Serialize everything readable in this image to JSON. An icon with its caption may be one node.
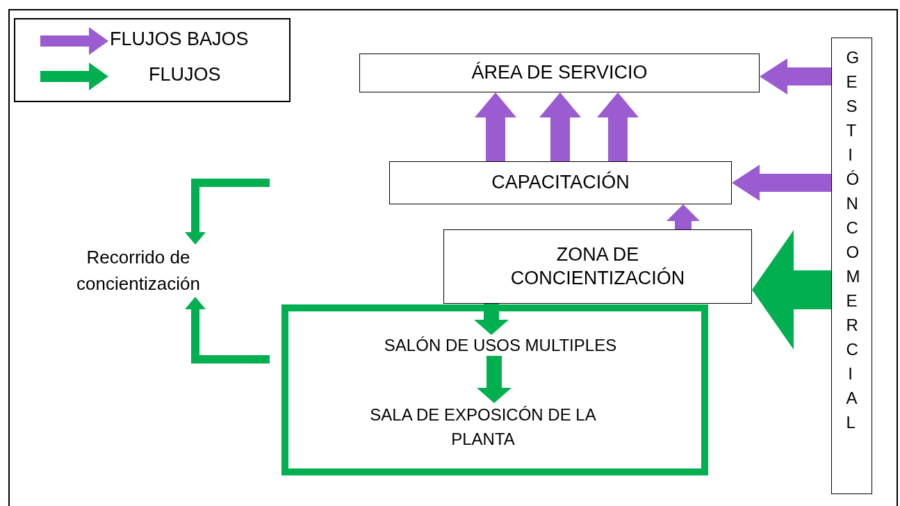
{
  "diagram": {
    "nodes": [
      {
        "text": [
          "ÁREA DE SERVICIO"
        ]
      },
      {
        "text": [
          "CAPACITACIÓN"
        ]
      },
      {
        "text": [
          "ZONA DE CONCIENTIZACIÓN"
        ]
      },
      {
        "text": [],
        "shape": "box"
      },
      {
        "text": [
          "SALÓN DE USOS MULTIPLES"
        ],
        "in": 3
      },
      {
        "text": [
          "SALA DE EXPOSICÓN DE LA PLANTA"
        ],
        "in": 3
      },
      {
        "text": [
          "Recorrido de concientización"
        ]
      },
      {
        "text": [
          "GESTIÓN COMERCIAL"
        ]
      }
    ],
    "edges": [
      {
        "from": 1,
        "to": 0,
        "arrow": "to"
      },
      {
        "from": 1,
        "to": 0,
        "arrow": "to"
      },
      {
        "from": 1,
        "to": 0,
        "arrow": "to"
      },
      {
        "from": 2,
        "to": 1,
        "arrow": "to"
      },
      {
        "from": 7,
        "to": 0,
        "arrow": "to"
      },
      {
        "from": 7,
        "to": 1,
        "arrow": "to"
      },
      {
        "from": 7,
        "to": 2,
        "arrow": "to",
        "color": "#00b050"
      },
      {
        "from": 2,
        "to": 4,
        "arrow": "to",
        "color": "#00b050"
      },
      {
        "from": 4,
        "to": 5,
        "arrow": "to",
        "color": "#00b050"
      },
      {
        "from": null,
        "to": 6,
        "arrow": "to",
        "color": "#00b050"
      },
      {
        "from": null,
        "to": 6,
        "arrow": "to",
        "color": "#00b050"
      }
    ],
    "legend": [
      {
        "text": "FLUJOS BAJOS"
      },
      {
        "text": "FLUJOS"
      }
    ]
  }
}
